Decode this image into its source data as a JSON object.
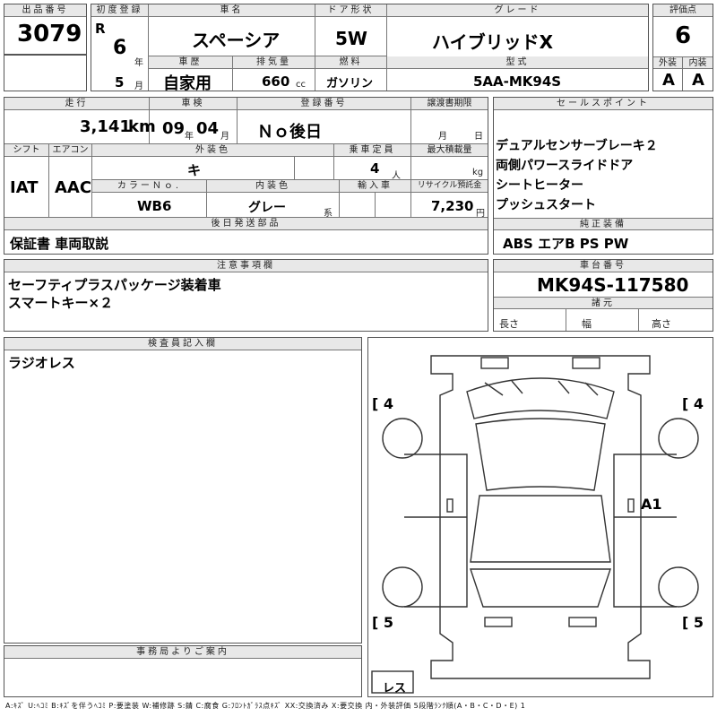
{
  "lot": {
    "header": "出品番号",
    "value": "3079"
  },
  "first_registration": {
    "header": "初度登録",
    "era": "R",
    "year": "6",
    "year_unit": "年",
    "month": "5",
    "month_unit": "月"
  },
  "car_name": {
    "header": "車名",
    "value": "スペーシア"
  },
  "door_type": {
    "header": "ドア形状",
    "value": "5W"
  },
  "grade": {
    "header": "グレード",
    "value": "ハイブリッドX"
  },
  "score": {
    "header": "評価点",
    "value": "6"
  },
  "history": {
    "header": "車歴",
    "value": "自家用"
  },
  "displacement": {
    "header": "排気量",
    "value": "660",
    "unit": "cc"
  },
  "fuel": {
    "header": "燃料",
    "value": "ガソリン"
  },
  "model": {
    "header": "型式",
    "value": "5AA-MK94S"
  },
  "exterior_grade": {
    "header": "外装",
    "value": "A"
  },
  "interior_grade": {
    "header": "内装",
    "value": "A"
  },
  "mileage": {
    "header": "走行",
    "value": "3,141",
    "unit": "km"
  },
  "inspection": {
    "header": "車検",
    "year": "09",
    "year_unit": "年",
    "month": "04",
    "month_unit": "月"
  },
  "registration_no": {
    "header": "登録番号",
    "value": "Ｎｏ後日"
  },
  "transfer_deadline": {
    "header": "譲渡書期限",
    "month_unit": "月",
    "day_unit": "日"
  },
  "shift": {
    "header": "シフト",
    "value": "IAT"
  },
  "aircon": {
    "header": "エアコン",
    "value": "AAC"
  },
  "ext_color": {
    "header": "外装色",
    "value": "キ"
  },
  "capacity": {
    "header": "乗車定員",
    "value": "4",
    "unit": "人"
  },
  "max_load": {
    "header": "最大積載量",
    "unit": "kg"
  },
  "color_no": {
    "header": "カラーＮｏ.",
    "value": "WB6"
  },
  "int_color": {
    "header": "内装色",
    "value": "グレー",
    "unit": "系"
  },
  "import": {
    "header": "輸入車"
  },
  "recycle": {
    "header": "リサイクル預託金",
    "value": "7,230",
    "unit": "円"
  },
  "later_items": {
    "header": "後日発送部品",
    "value": "保証書 車両取説"
  },
  "sales_points": {
    "header": "セールスポイント",
    "items": [
      "デュアルセンサーブレーキ２",
      "両側パワースライドドア",
      "シートヒーター",
      "プッシュスタート"
    ]
  },
  "genuine_equipment": {
    "header": "純正装備",
    "value": "ABS エアB PS PW"
  },
  "caution": {
    "header": "注意事項欄",
    "lines": [
      "セーフティプラスパッケージ装着車",
      "スマートキー×２"
    ]
  },
  "chassis": {
    "header": "車台番号",
    "value": "MK94S-117580"
  },
  "specs": {
    "header": "諸元",
    "length": "長さ",
    "width": "幅",
    "height": "高さ"
  },
  "inspector": {
    "header": "検査員記入欄",
    "value": "ラジオレス"
  },
  "office": {
    "header": "事務局よりご案内"
  },
  "diagram": {
    "tire_front_left": "4",
    "tire_front_right": "4",
    "tire_rear_left": "5",
    "tire_rear_right": "5",
    "damage_mark": "A1",
    "spare_tire": "レス"
  },
  "legend": "A:ｷｽﾞ U:ﾍｺﾐ B:ｷｽﾞを伴うﾍｺﾐ P:要塗装 W:補修跡 S:錆 C:腐食 G:ﾌﾛﾝﾄｶﾞﾗｽ点ｷｽﾞ XX:交換済み X:要交換 内・外装評価 5段階ﾗﾝｸ順(A・B・C・D・E) 1"
}
